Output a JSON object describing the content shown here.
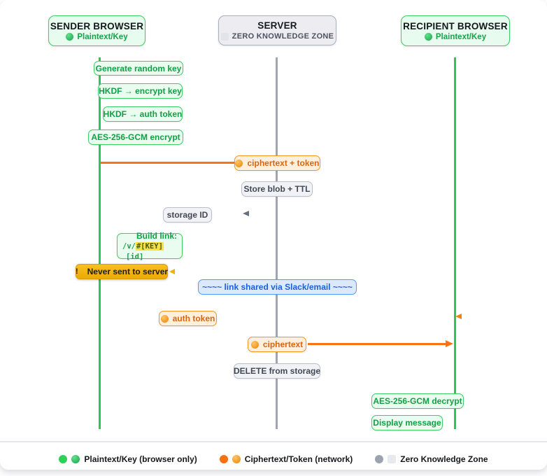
{
  "actors": [
    {
      "title": "SENDER BROWSER",
      "subtitle": "Plaintext/Key"
    },
    {
      "title": "SERVER",
      "subtitle": "ZERO KNOWLEDGE ZONE"
    },
    {
      "title": "RECIPIENT BROWSER",
      "subtitle": "Plaintext/Key"
    }
  ],
  "steps": {
    "generate_key": "Generate random key",
    "hkdf_encrypt": "HKDF → encrypt key",
    "hkdf_auth": "HKDF → auth token",
    "aes_encrypt": "AES-256-GCM encrypt",
    "ciphertext_token": "ciphertext + token",
    "store_blob": "Store blob + TTL",
    "storage_id": "storage ID",
    "build_link_title": "Build link:",
    "build_link_prefix": "/v/",
    "build_link_key": "#[KEY]",
    "build_link_id": "[id]",
    "never_sent_bang": "!",
    "never_sent": "Never sent to server",
    "link_shared": "~~~~ link shared via Slack/email ~~~~",
    "auth_token": "auth token",
    "ciphertext": "ciphertext",
    "delete_storage": "DELETE from storage",
    "aes_decrypt": "AES-256-GCM decrypt",
    "display_message": "Display message"
  },
  "legend": [
    {
      "label": "Plaintext/Key (browser only)"
    },
    {
      "label": "Ciphertext/Token (network)"
    },
    {
      "label": "Zero Knowledge Zone"
    }
  ],
  "colors": {
    "plaintext_green": "#2dc653",
    "green_box_border": "#3ecb68",
    "green_box_bg": "#e9fcef",
    "green_text": "#149e46",
    "ciphertext_orange": "#f97316",
    "orange_box_bg": "#fff0dd",
    "orange_text": "#d9650f",
    "server_gray": "#a0a5b1",
    "gray_box_bg": "#f1f2f5",
    "gray_text": "#414855",
    "warning_yellow": "#f2b411",
    "note_blue_border": "#549af7",
    "note_blue_bg": "#dce9fd",
    "note_blue_text": "#1f5fd6",
    "key_highlight_yellow": "#ffdf43"
  }
}
